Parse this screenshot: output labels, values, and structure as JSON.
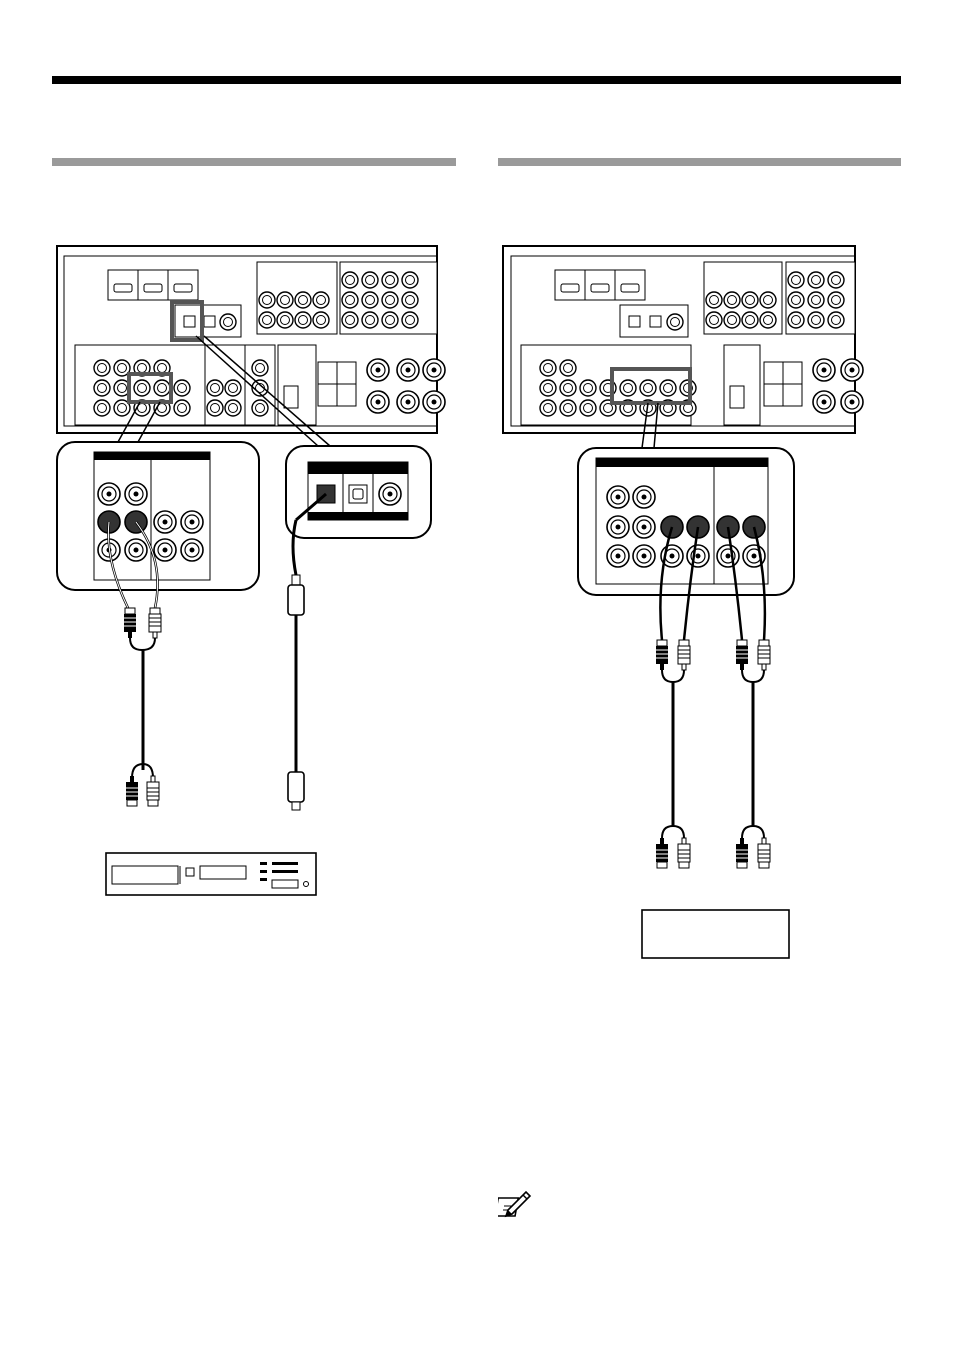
{
  "page": {
    "colors": {
      "rule": "#000000",
      "section_bar": "#9a9a9a",
      "highlight": "#555555",
      "jack_fill": "#333333"
    },
    "icons": [
      "note-pencil-icon"
    ]
  },
  "left_section": {
    "figure": "receiver-rear-panel-to-cd-player",
    "cables": [
      "rca-audio-cable",
      "optical-digital-cable"
    ]
  },
  "right_section": {
    "figure": "receiver-rear-panel-to-recorder",
    "cables": [
      "rca-audio-cable-a",
      "rca-audio-cable-b"
    ]
  }
}
